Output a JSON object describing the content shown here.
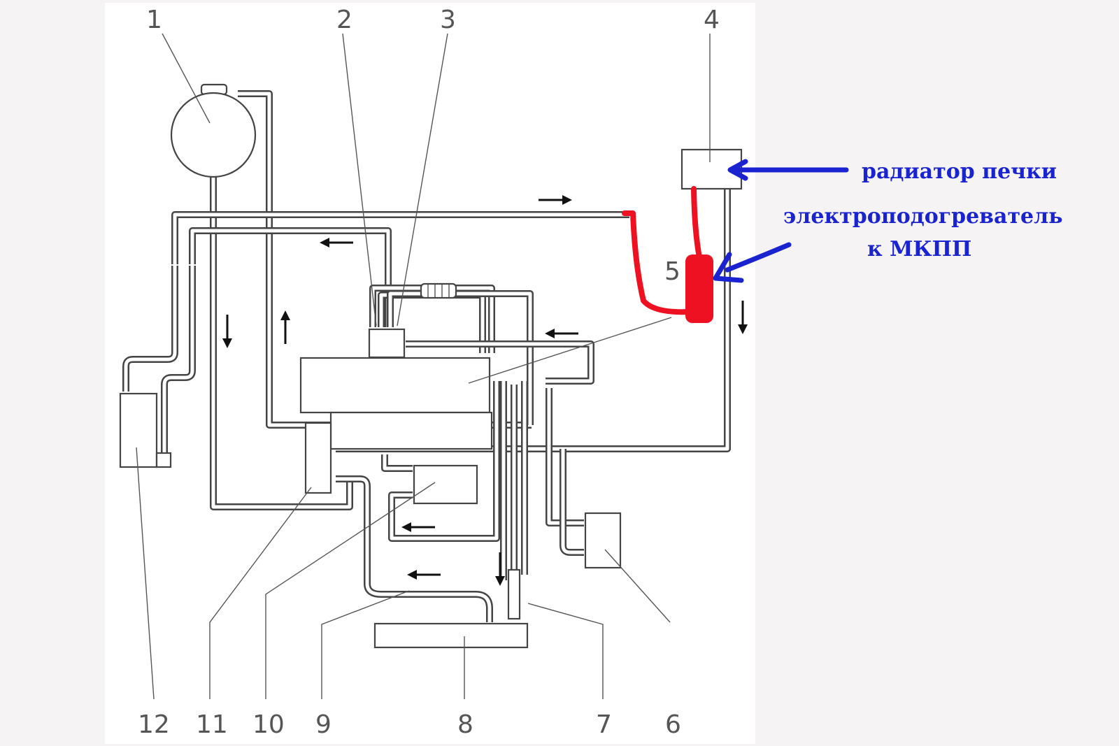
{
  "part_numbers": {
    "n1": "1",
    "n2": "2",
    "n3": "3",
    "n4": "4",
    "n5": "5",
    "n6": "6",
    "n7": "7",
    "n8": "8",
    "n9": "9",
    "n10": "10",
    "n11": "11",
    "n12": "12"
  },
  "annotations": {
    "heater_radiator": "радиатор печки",
    "electric_preheater_line1": "электроподогреватель",
    "electric_preheater_line2": "к МКПП"
  },
  "colors": {
    "annotation_blue": "#1a23d0",
    "added_heater_red": "#ee1122",
    "line_gray": "#444444"
  },
  "icons": [
    "flow-arrow-icon"
  ]
}
